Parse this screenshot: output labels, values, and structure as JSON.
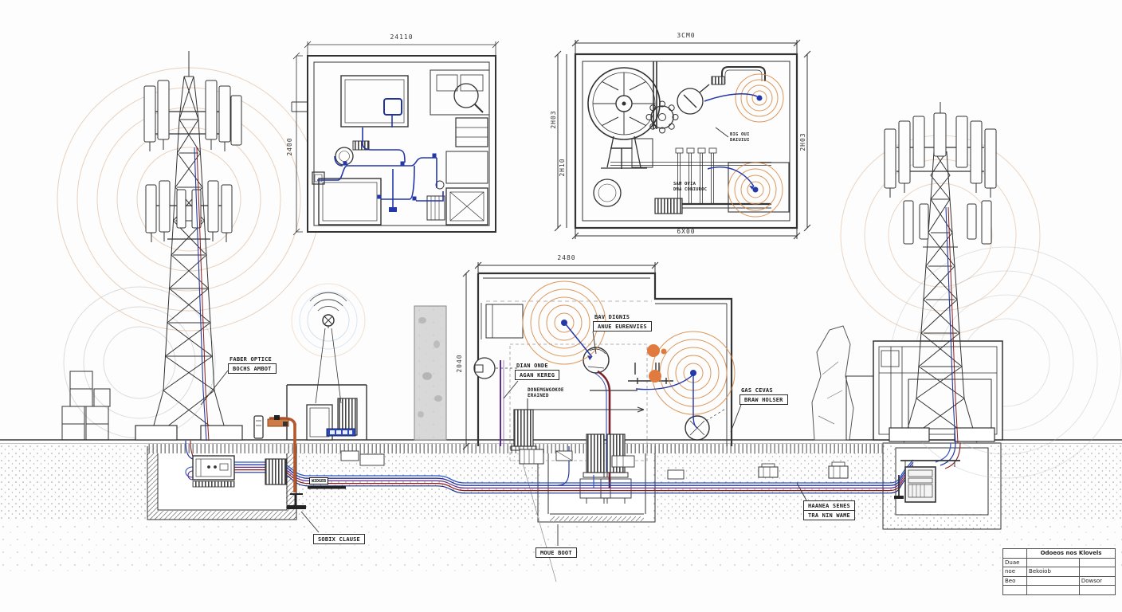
{
  "dimensions": {
    "plan_left_width": "24110",
    "plan_left_height": "2400",
    "plan_right_width": "3CM0",
    "plan_right_left_dim_a": "2H03",
    "plan_right_left_dim_b": "2H10",
    "plan_right_right_dim": "2H03",
    "plan_right_bottom": "6X00",
    "plan_mid_width": "2480",
    "plan_mid_height": "2040"
  },
  "labels": {
    "fiber_optics": {
      "title": "FABER OPTICE",
      "box": "BOCHS AMBOT"
    },
    "bay": {
      "title": "BAV DIGNIS",
      "box": "ANUE EURENVIES"
    },
    "dian": {
      "title": "DIAN ONDE",
      "box": "AGAN KEREG"
    },
    "donem": {
      "line1": "DONEMGWGOKOE",
      "line2": "ERAINED"
    },
    "gas": {
      "title": "GAS CEVAS",
      "box": "BRAW HOLSER"
    },
    "linea": {
      "line1": "HAANEA SENES",
      "line2": "TRA NIN WAME"
    },
    "sobix": {
      "box": "SOBIX CLAUSE"
    },
    "moue": {
      "box": "MOUE BOOT"
    },
    "bigoui": {
      "line1": "BIG OUI",
      "line2": "DAIUIUI"
    },
    "sam": {
      "line1": "SAM OVIA",
      "line2": "DNA CONIUROC"
    },
    "widgeb": {
      "box": "WIDGEB"
    }
  },
  "title_block": {
    "header": "Odoeos nos Klovels",
    "rows": [
      [
        "Duae",
        "",
        ""
      ],
      [
        "noe",
        "Bekoiob",
        ""
      ],
      [
        "Beo",
        "",
        "Dowsor"
      ],
      [
        "",
        "",
        ""
      ]
    ]
  },
  "colors": {
    "ink": "#333333",
    "wire_blue": "#2438a8",
    "wire_blue_light": "#2d55c8",
    "wire_purple": "#6a2b8f",
    "wire_red": "#8a1c1c",
    "signal_orange": "#d98c4a",
    "pipe_orange": "#b4572b"
  }
}
